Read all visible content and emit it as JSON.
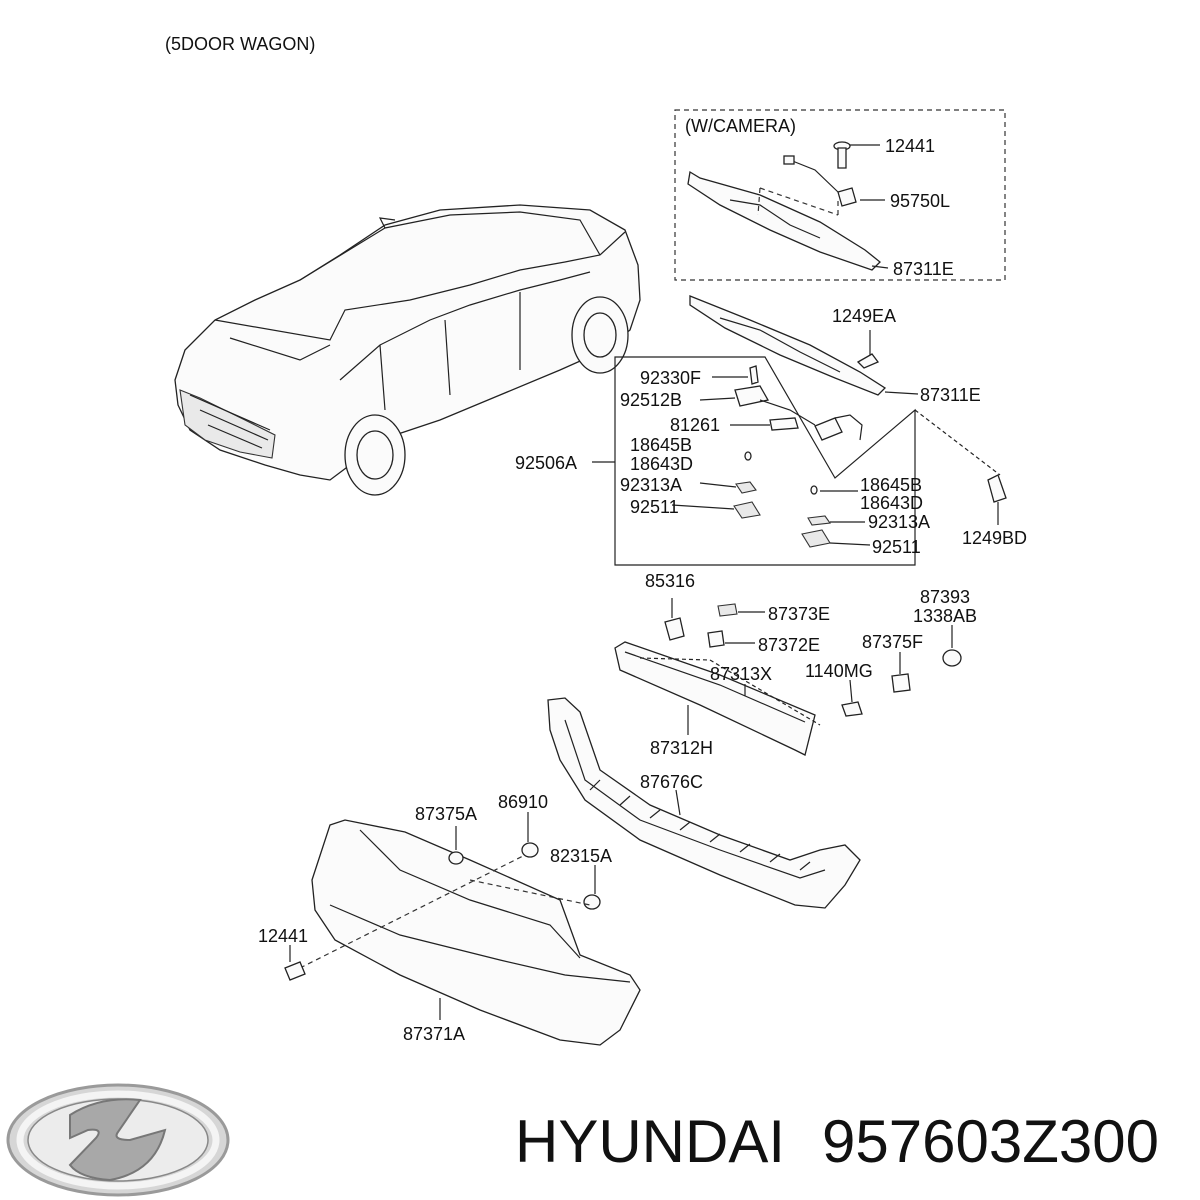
{
  "title": "(5DOOR WAGON)",
  "camera_box_title": "(W/CAMERA)",
  "callouts": {
    "c12441_top": "12441",
    "c95750L": "95750L",
    "c87311E_top": "87311E",
    "c1249EA": "1249EA",
    "c87311E": "87311E",
    "c92330F": "92330F",
    "c92512B": "92512B",
    "c81261": "81261",
    "c18645B_l": "18645B",
    "c18643D_l": "18643D",
    "c92506A": "92506A",
    "c92313A_l": "92313A",
    "c92511_l": "92511",
    "c18645B_r": "18645B",
    "c18643D_r": "18643D",
    "c92313A_r": "92313A",
    "c92511_r": "92511",
    "c1249BD": "1249BD",
    "c85316": "85316",
    "c87373E": "87373E",
    "c87393": "87393",
    "c1338AB": "1338AB",
    "c87372E": "87372E",
    "c87375F": "87375F",
    "c87313X": "87313X",
    "c1140MG": "1140MG",
    "c87312H": "87312H",
    "c87676C": "87676C",
    "c87375A": "87375A",
    "c86910": "86910",
    "c82315A": "82315A",
    "c12441_bot": "12441",
    "c87371A": "87371A"
  },
  "footer": {
    "brand": "HYUNDAI",
    "part_number": "957603Z300",
    "logo_icon": "hyundai-logo"
  }
}
